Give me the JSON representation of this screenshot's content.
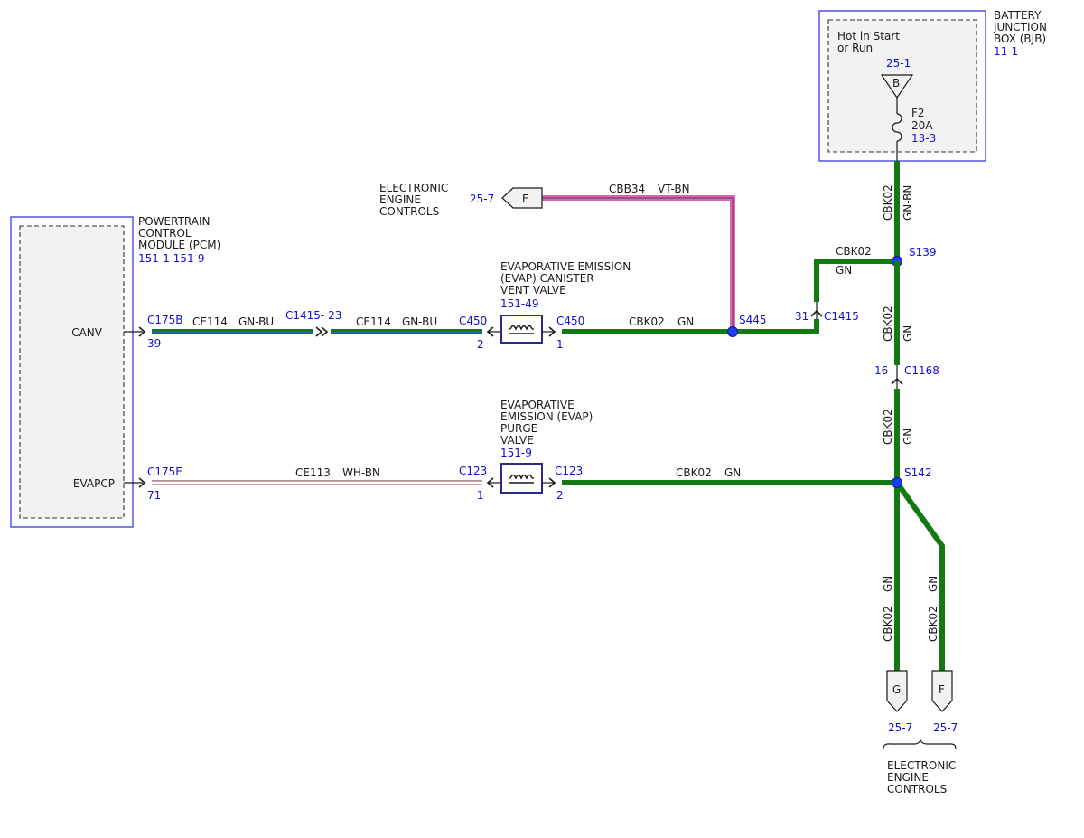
{
  "colors": {
    "wire_gn": "#137a13",
    "wire_gn_bu": "#1c5e7a",
    "wire_vt_bn": "#c94fa6",
    "wire_wh_bn": "#b38c8c",
    "ref_blue": "#1010d0",
    "box_border": "#3a3ad8",
    "splice_dot": "#1e3cf0",
    "box_fill": "#f2f2f2"
  },
  "pcm": {
    "name_lines": [
      "POWERTRAIN",
      "CONTROL",
      "MODULE (PCM)"
    ],
    "refs": "151-1 151-9",
    "pin_canv": "CANV",
    "pin_evapcp": "EVAPCP"
  },
  "bjb": {
    "name_lines": [
      "BATTERY",
      "JUNCTION",
      "BOX (BJB)"
    ],
    "ref": "11-1",
    "hot_lines": [
      "Hot in Start",
      "or Run"
    ],
    "bus_ref": "25-1",
    "bus_letter": "B",
    "fuse_name": "F2",
    "fuse_rating": "20A",
    "fuse_ref": "13-3"
  },
  "eec_top": {
    "name_lines": [
      "ELECTRONIC",
      "ENGINE",
      "CONTROLS"
    ],
    "ref": "25-7",
    "letter": "E"
  },
  "vent_valve": {
    "name_lines": [
      "EVAPORATIVE EMISSION",
      "(EVAP) CANISTER",
      "VENT VALVE"
    ],
    "ref": "151-49"
  },
  "purge_valve": {
    "name_lines": [
      "EVAPORATIVE",
      "EMISSION (EVAP)",
      "PURGE",
      "VALVE"
    ],
    "ref": "151-9"
  },
  "connectors": {
    "c175b": "C175B",
    "c175b_pin": "39",
    "c175e": "C175E",
    "c175e_pin": "71",
    "c1415_inline": "C1415- 23",
    "c450_left": "C450",
    "c450_left_pin": "2",
    "c450_right": "C450",
    "c450_right_pin": "1",
    "c123_left": "C123",
    "c123_left_pin": "1",
    "c123_right": "C123",
    "c123_right_pin": "2",
    "c1415_vert": "C1415",
    "c1415_vert_pin": "31",
    "c1168": "C1168",
    "c1168_pin": "16"
  },
  "splices": {
    "s445": "S445",
    "s139": "S139",
    "s142": "S142"
  },
  "wires": {
    "ce114_a": {
      "circuit": "CE114",
      "color": "GN-BU"
    },
    "ce114_b": {
      "circuit": "CE114",
      "color": "GN-BU"
    },
    "cbk02_vent": {
      "circuit": "CBK02",
      "color": "GN"
    },
    "cbb34": {
      "circuit": "CBB34",
      "color": "VT-BN"
    },
    "ce113": {
      "circuit": "CE113",
      "color": "WH-BN"
    },
    "cbk02_purge": {
      "circuit": "CBK02",
      "color": "GN"
    },
    "cbk02_bjb": {
      "circuit": "CBK02",
      "color": "GN-BN"
    },
    "cbk02_s139": {
      "circuit": "CBK02",
      "color": "GN"
    },
    "cbk02_s139_c1168": {
      "circuit": "CBK02",
      "color": "GN"
    },
    "cbk02_c1168_s142": {
      "circuit": "CBK02",
      "color": "GN"
    },
    "cbk02_g": {
      "circuit": "CBK02",
      "color": "GN"
    },
    "cbk02_f": {
      "circuit": "CBK02",
      "color": "GN"
    }
  },
  "eec_bottom": {
    "g_letter": "G",
    "f_letter": "F",
    "g_ref": "25-7",
    "f_ref": "25-7",
    "name_lines": [
      "ELECTRONIC",
      "ENGINE",
      "CONTROLS"
    ]
  }
}
